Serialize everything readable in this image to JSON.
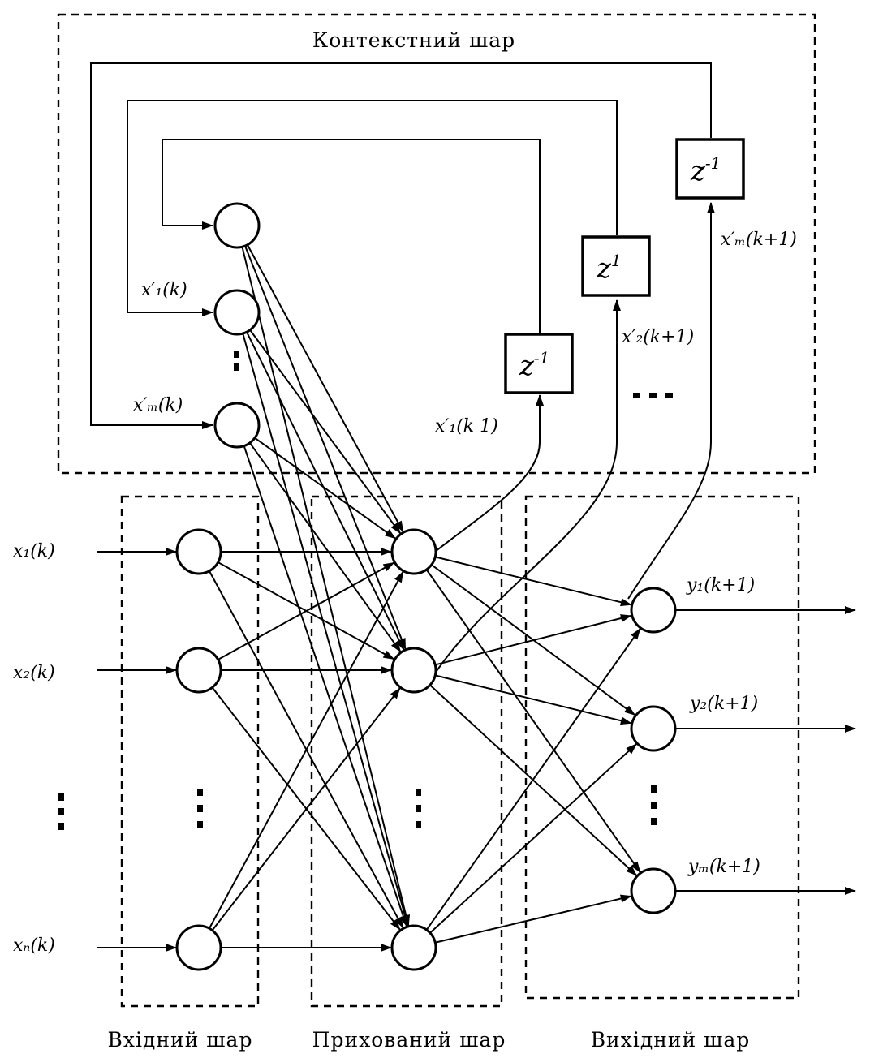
{
  "layers": {
    "context": "Контекстний шар",
    "input": "Вхідний шар",
    "hidden": "Прихований шар",
    "output": "Вихідний шар"
  },
  "delay_label": "z",
  "delay_exponents": [
    "-1",
    "1",
    "-1"
  ],
  "inputs": [
    "x₁(k)",
    "x₂(k)",
    "xₙ(k)"
  ],
  "outputs": [
    "y₁(k+1)",
    "y₂(k+1)",
    "yₘ(k+1)"
  ],
  "context_inputs": [
    "x′₁(k)",
    "x′ₘ(k)"
  ],
  "feedback_labels": [
    "x′₁(k 1)",
    "x′₂(k+1)",
    "x′ₘ(k+1)"
  ]
}
